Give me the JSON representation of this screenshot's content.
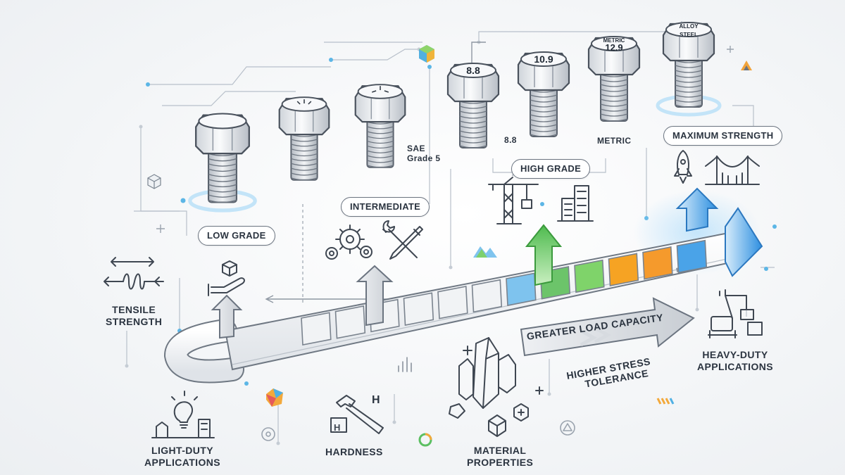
{
  "bolts": [
    {
      "marking": ""
    },
    {
      "marking": ""
    },
    {
      "marking": ""
    },
    {
      "marking": "8.8"
    },
    {
      "marking": "10.9"
    },
    {
      "marking": "METRIC 12.9"
    },
    {
      "marking": "ALLOY STEEL"
    }
  ],
  "labels": {
    "low_grade": "LOW GRADE",
    "intermediate": "INTERMEDIATE",
    "high_grade": "HIGH GRADE",
    "maximum_strength": "MAXIMUM STRENGTH",
    "sae_grade_5_line1": "SAE",
    "sae_grade_5_line2": "Grade 5",
    "bolt_88_caption": "8.8",
    "metric_caption": "METRIC",
    "tensile_strength_line1": "TENSILE",
    "tensile_strength_line2": "STRENGTH",
    "greater_load_capacity": "GREATER LOAD CAPACITY",
    "higher_stress_line1": "HIGHER STRESS",
    "higher_stress_line2": "TOLERANCE",
    "heavy_duty_line1": "HEAVY-DUTY",
    "heavy_duty_line2": "APPLICATIONS",
    "light_duty_line1": "LIGHT-DUTY",
    "light_duty_line2": "APPLICATIONS",
    "hardness": "HARDNESS",
    "hardness_letter": "H",
    "material_line1": "MATERIAL",
    "material_line2": "PROPERTIES"
  },
  "progress_segments": [
    {
      "color": "#f1f3f5"
    },
    {
      "color": "#f1f3f5"
    },
    {
      "color": "#f1f3f5"
    },
    {
      "color": "#f1f3f5"
    },
    {
      "color": "#f1f3f5"
    },
    {
      "color": "#f1f3f5"
    },
    {
      "color": "#7ec3ee"
    },
    {
      "color": "#6cc46a"
    },
    {
      "color": "#7fd36a"
    },
    {
      "color": "#f6a323"
    },
    {
      "color": "#f59a2c"
    },
    {
      "color": "#4aa3e8"
    }
  ],
  "colors": {
    "accent_blue": "#3d96e4",
    "accent_green": "#5cc05a",
    "accent_orange": "#f39a21",
    "outline": "#4a525d"
  },
  "icons": [
    "stretch-spring-icon",
    "hand-cube-icon",
    "gears-icon",
    "wrench-screwdriver-icon",
    "crane-icon",
    "buildings-icon",
    "rocket-icon",
    "bridge-icon",
    "excavator-icon",
    "lightbulb-house-icon",
    "hammer-icon",
    "crystal-icon",
    "mountain-icon",
    "bar-chart-icon",
    "cube-icon"
  ]
}
